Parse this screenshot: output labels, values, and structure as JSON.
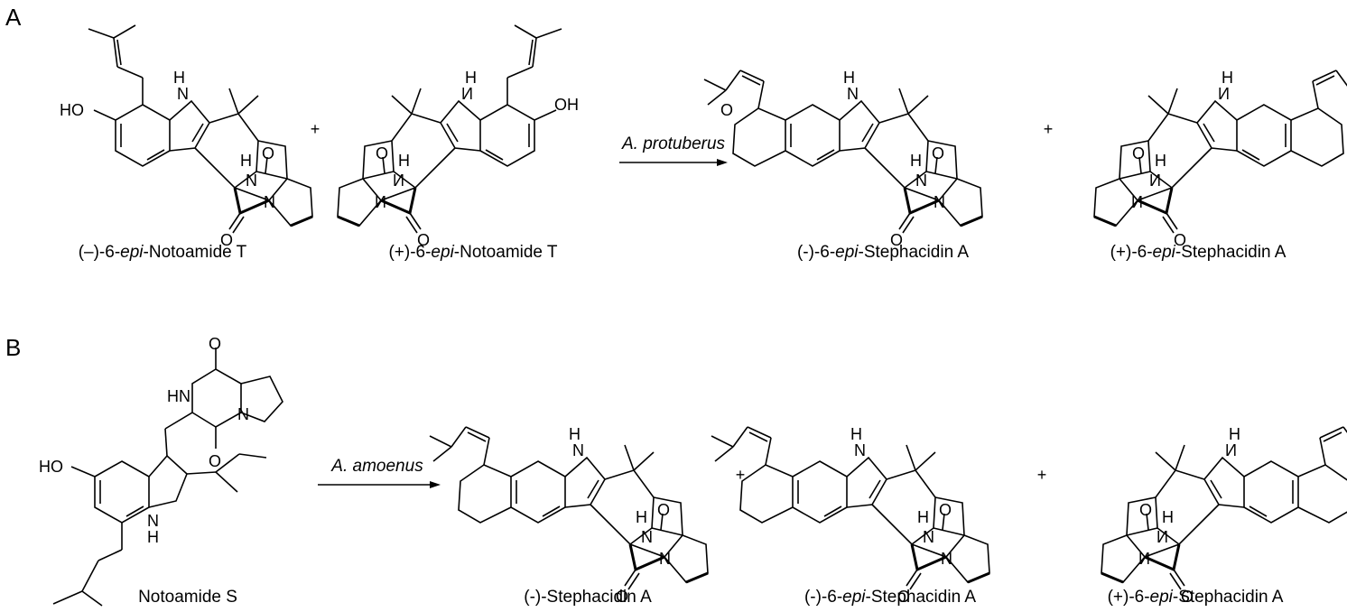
{
  "panels": [
    {
      "label": "A",
      "reagent": "A. protuberus",
      "plus": "+",
      "starting_materials": [
        {
          "prefix": "(–)-6-",
          "epi": "epi",
          "suffix": "-Notoamide T"
        },
        {
          "prefix": "(+)-6-",
          "epi": "epi",
          "suffix": "-Notoamide T"
        }
      ],
      "products": [
        {
          "prefix": "(-)-6-",
          "epi": "epi",
          "suffix": "-Stephacidin A"
        },
        {
          "prefix": "(+)-6-",
          "epi": "epi",
          "suffix": "-Stephacidin A"
        }
      ]
    },
    {
      "label": "B",
      "reagent": "A. amoenus",
      "plus": "+",
      "starting_materials": [
        {
          "prefix": "",
          "epi": "",
          "suffix": "Notoamide S"
        }
      ],
      "products": [
        {
          "prefix": "(-)-Stephacidin A",
          "epi": "",
          "suffix": ""
        },
        {
          "prefix": "(-)-6-",
          "epi": "epi",
          "suffix": "-Stephacidin A"
        },
        {
          "prefix": "(+)-6-",
          "epi": "epi",
          "suffix": "-Stephacidin A"
        }
      ]
    }
  ],
  "atom_labels": {
    "hydroxyl": "HO",
    "hydroxyl_right": "OH",
    "indole_n": "N",
    "indole_h": "H",
    "amide_h": "H",
    "amide_n": "N",
    "carbonyl_o": "O",
    "pyran_o": "O",
    "diketopiperazine_hn": "HN"
  }
}
